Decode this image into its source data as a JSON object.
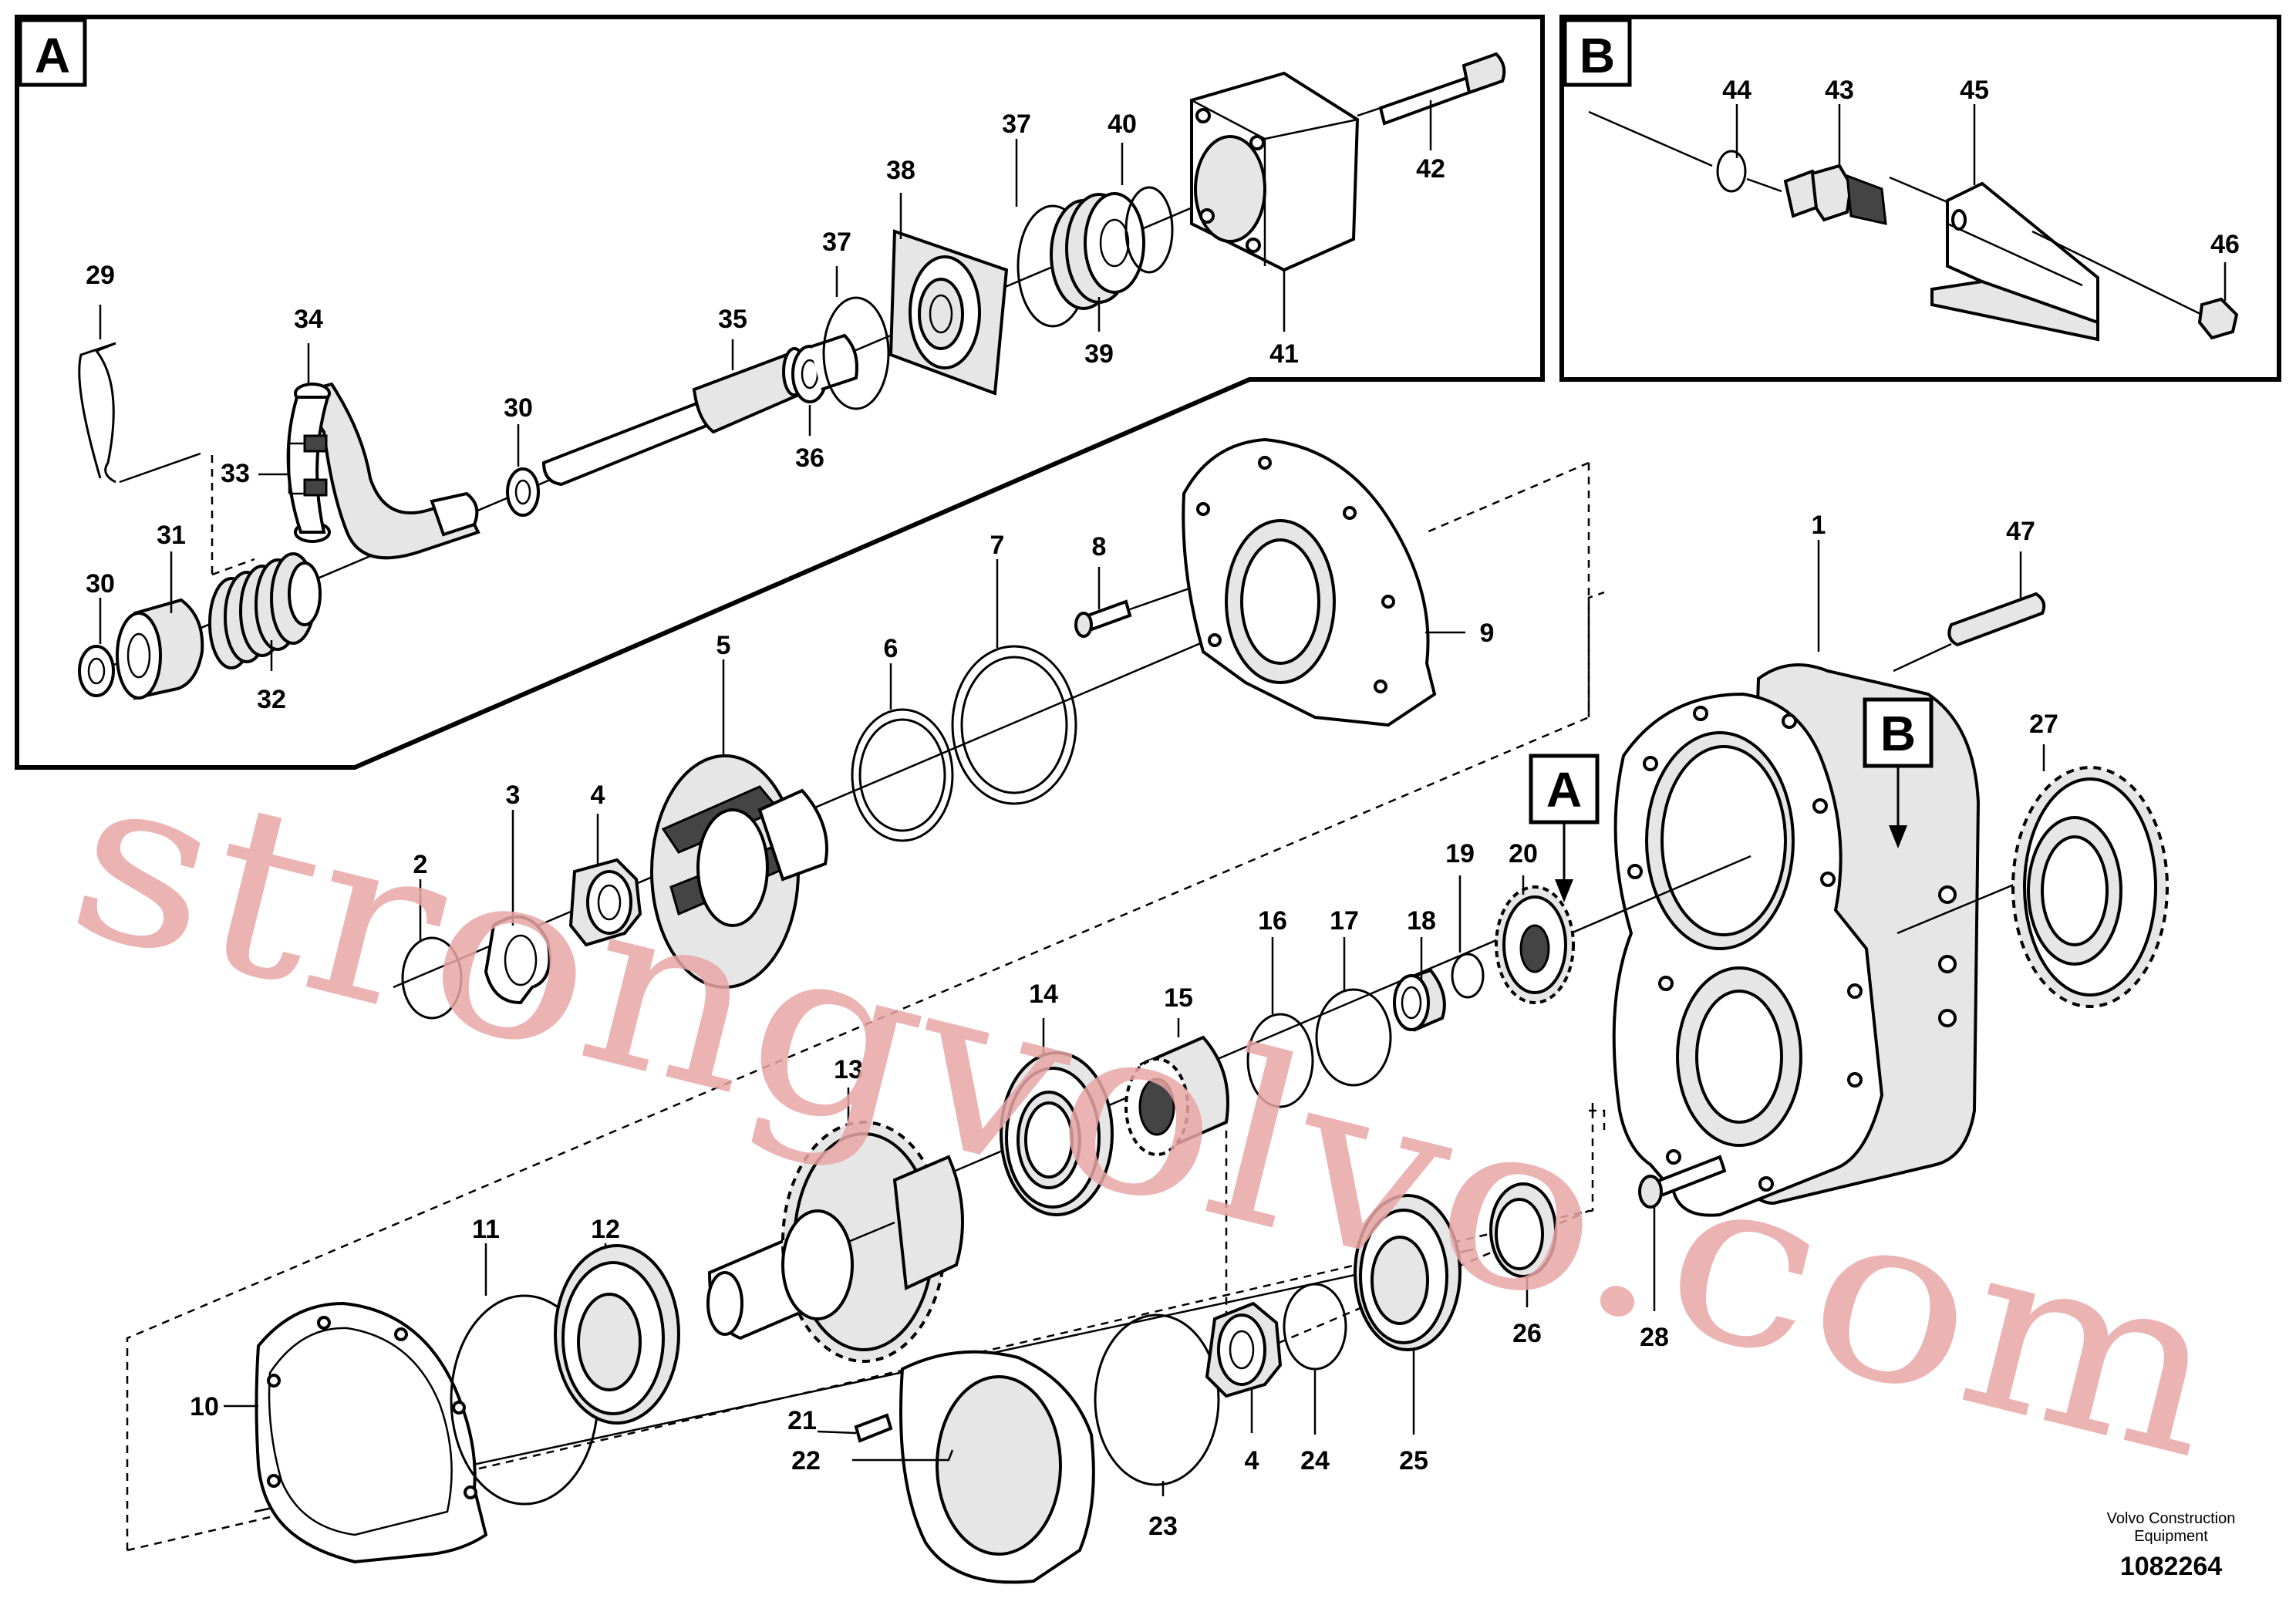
{
  "callouts": {
    "a": "A",
    "b": "B"
  },
  "labels": {
    "l1": "1",
    "l2": "2",
    "l3": "3",
    "l4a": "4",
    "l4b": "4",
    "l5": "5",
    "l6": "6",
    "l7": "7",
    "l8": "8",
    "l9": "9",
    "l10": "10",
    "l11": "11",
    "l12": "12",
    "l13": "13",
    "l14": "14",
    "l15": "15",
    "l16": "16",
    "l17": "17",
    "l18": "18",
    "l19": "19",
    "l20": "20",
    "l21": "21",
    "l22": "22",
    "l23": "23",
    "l24": "24",
    "l25": "25",
    "l26": "26",
    "l27": "27",
    "l28": "28",
    "l29": "29",
    "l30a": "30",
    "l30b": "30",
    "l31": "31",
    "l32": "32",
    "l33": "33",
    "l34": "34",
    "l35": "35",
    "l36": "36",
    "l37a": "37",
    "l37b": "37",
    "l38": "38",
    "l39": "39",
    "l40": "40",
    "l41": "41",
    "l42": "42",
    "l43": "43",
    "l44": "44",
    "l45": "45",
    "l46": "46",
    "l47": "47"
  },
  "watermark": "strongvolvo.com",
  "footer": {
    "brand_line1": "Volvo Construction",
    "brand_line2": "Equipment",
    "ref": "1082264"
  }
}
